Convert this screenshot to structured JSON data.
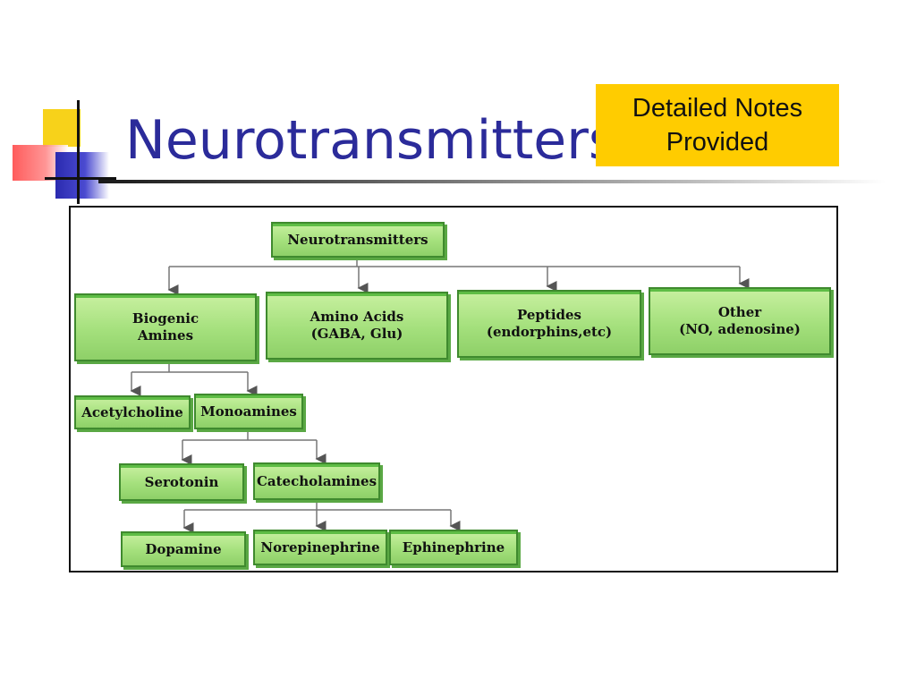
{
  "slide": {
    "title": "Neurotransmitters",
    "notes_line1": "Detailed Notes",
    "notes_line2": "Provided"
  },
  "diagram": {
    "root": "Neurotransmitters",
    "biogenic": "Biogenic\nAmines",
    "amino": "Amino Acids\n(GABA, Glu)",
    "peptides": "Peptides\n(endorphins,etc)",
    "other": "Other\n(NO, adenosine)",
    "acetylcholine": "Acetylcholine",
    "monoamines": "Monoamines",
    "serotonin": "Serotonin",
    "catecholamines": "Catecholamines",
    "dopamine": "Dopamine",
    "norepinephrine": "Norepinephrine",
    "ephinephrine": "Ephinephrine"
  },
  "colors": {
    "title": "#2b2b9a",
    "notes_bg": "#ffcc00",
    "node_green": "#a4e07c"
  }
}
